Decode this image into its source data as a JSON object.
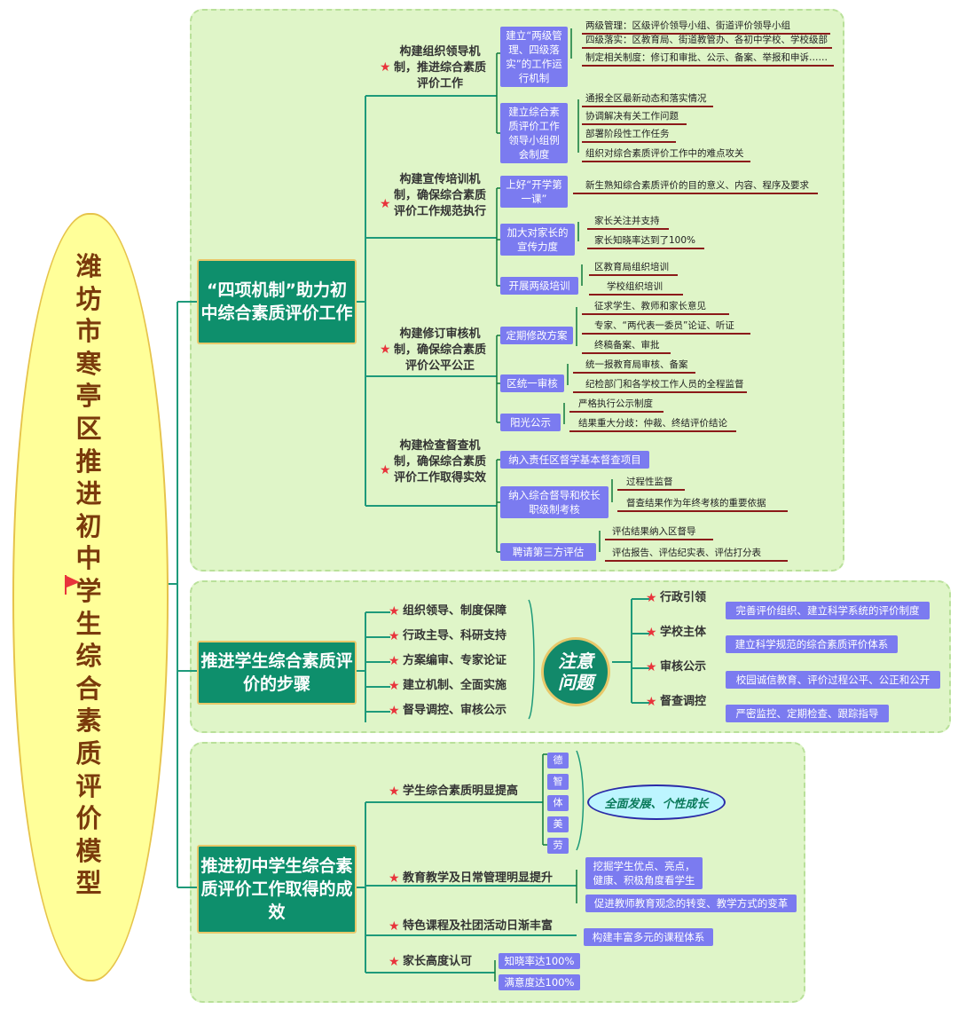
{
  "root": {
    "title": "潍坊市寒亭区推进初中学生综合素质评价模型"
  },
  "branch1": {
    "title": "“四项机制”助力初中综合素质评价工作",
    "sections": [
      {
        "title": "构建组织领导机制，推进综合素质评价工作"
      },
      {
        "title": "构建宣传培训机制，确保综合素质评价工作规范执行"
      },
      {
        "title": "构建修订审核机制，确保综合素质评价公平公正"
      },
      {
        "title": "构建检查督查机制，确保综合素质评价工作取得实效"
      }
    ],
    "items": [
      {
        "label": "建立“两级管理、四级落实”的工作运行机制"
      },
      {
        "label": "建立综合素质评价工作领导小组例会制度"
      },
      {
        "label": "上好“开学第一课”"
      },
      {
        "label": "加大对家长的宣传力度"
      },
      {
        "label": "开展两级培训"
      },
      {
        "label": "定期修改方案"
      },
      {
        "label": "区统一审核"
      },
      {
        "label": "阳光公示"
      },
      {
        "label": "纳入责任区督学基本督查项目"
      },
      {
        "label": "纳入综合督导和校长职级制考核"
      },
      {
        "label": "聘请第三方评估"
      }
    ],
    "leaves": [
      "两级管理：区级评价领导小组、街道评价领导小组",
      "四级落实：区教育局、街道教管办、各初中学校、学校级部",
      "制定相关制度：修订和审批、公示、备案、举报和申诉……",
      "通报全区最新动态和落实情况",
      "协调解决有关工作问题",
      "部署阶段性工作任务",
      "组织对综合素质评价工作中的难点攻关",
      "新生熟知综合素质评价的目的意义、内容、程序及要求",
      "家长关注并支持",
      "家长知晓率达到了100%",
      "区教育局组织培训",
      "学校组织培训",
      "征求学生、教师和家长意见",
      "专家、“两代表一委员”论证、听证",
      "终稿备案、审批",
      "统一报教育局审核、备案",
      "纪检部门和各学校工作人员的全程监督",
      "严格执行公示制度",
      "结果重大分歧：仲裁、终结评价结论",
      "过程性监督",
      "督查结果作为年终考核的重要依据",
      "评估结果纳入区督导",
      "评估报告、评估纪实表、评估打分表"
    ]
  },
  "branch2": {
    "title": "推进学生综合素质评价的步骤",
    "steps": [
      "组织领导、制度保障",
      "行政主导、科研支持",
      "方案编审、专家论证",
      "建立机制、全面实施",
      "督导调控、审核公示"
    ],
    "center": "注意问题",
    "issues": [
      {
        "label": "行政引领",
        "detail": "完善评价组织、建立科学系统的评价制度"
      },
      {
        "label": "学校主体",
        "detail": "建立科学规范的综合素质评价体系"
      },
      {
        "label": "审核公示",
        "detail": "校园诚信教育、评价过程公平、公正和公开"
      },
      {
        "label": "督查调控",
        "detail": "严密监控、定期检查、跟踪指导"
      }
    ]
  },
  "branch3": {
    "title": "推进初中学生综合素质评价工作取得的成效",
    "results": [
      {
        "label": "学生综合素质明显提高"
      },
      {
        "label": "教育教学及日常管理明显提升"
      },
      {
        "label": "特色课程及社团活动日渐丰富"
      },
      {
        "label": "家长高度认可"
      }
    ],
    "virtues": [
      "德",
      "智",
      "体",
      "美",
      "劳"
    ],
    "goal": "全面发展、个性成长",
    "details": [
      "挖掘学生优点、亮点，健康、积极角度看学生",
      "促进教师教育观念的转变、教学方式的变革",
      "构建丰富多元的课程体系",
      "知晓率达100%",
      "满意度达100%"
    ]
  },
  "colors": {
    "panel": "#dff5c8",
    "main": "#0e8f6c",
    "item": "#7b7bf0",
    "root": "#ffff99",
    "connector": "#1e9a7a"
  }
}
